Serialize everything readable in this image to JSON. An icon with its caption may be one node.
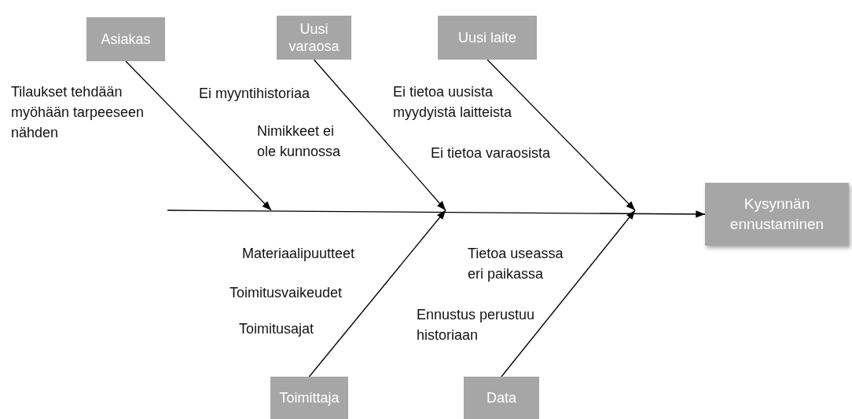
{
  "diagram": {
    "nodes": [
      {
        "text": [
          "Asiakas"
        ]
      },
      {
        "text": [
          "Uusi varaosa"
        ]
      },
      {
        "text": [
          "Uusi laite"
        ]
      },
      {
        "text": [
          "Kysynnän ennustaminen"
        ]
      },
      {
        "text": [
          "Toimittaja"
        ]
      },
      {
        "text": [
          "Data"
        ]
      }
    ],
    "edges": [
      {
        "from": null,
        "to": 3,
        "arrow": "to"
      },
      {
        "from": 0,
        "to": null,
        "arrow": "to"
      },
      {
        "from": 1,
        "to": null,
        "arrow": "to"
      },
      {
        "from": 2,
        "to": null,
        "arrow": "to"
      },
      {
        "from": 4,
        "to": null,
        "arrow": "to"
      },
      {
        "from": 5,
        "to": null,
        "arrow": "to"
      }
    ],
    "labels": [
      "Tilaukset tehdään myöhään tarpeeseen nähden",
      "Ei myyntihistoriaa",
      "Ei tietoa uusista myydyistä laitteista",
      "Nimikkeet ei ole kunnossa",
      "Ei tietoa varaosista",
      "Materiaalipuutteet",
      "Tietoa useassa eri paikassa",
      "Toimitusvaikeudet",
      "Ennustus perustuu historiaan",
      "Toimitusajat"
    ]
  }
}
